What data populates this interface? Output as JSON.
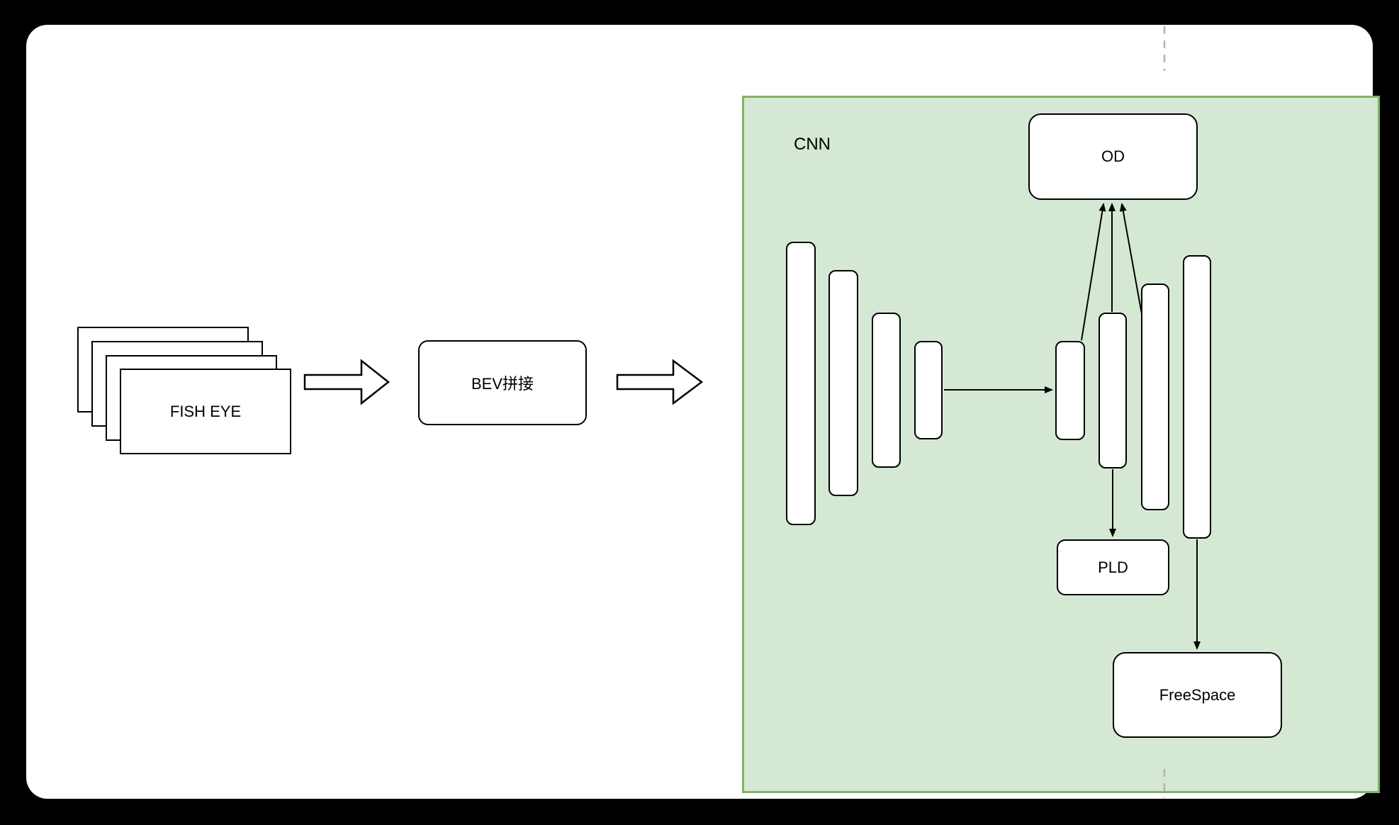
{
  "scene": {
    "background_color": "#000000",
    "canvas_color": "#ffffff"
  },
  "input_stack": {
    "label": "FISH EYE",
    "card_count": 4
  },
  "bev_node": {
    "label": "BEV拼接"
  },
  "cnn_panel": {
    "label": "CNN",
    "fill_color": "#d5e8d4",
    "border_color": "#82b366",
    "encoder_bar_count": 4,
    "decoder_bar_count": 4,
    "heads": {
      "od": "OD",
      "pld": "PLD",
      "freespace": "FreeSpace"
    }
  },
  "page_break": {
    "color": "#b3b3b3"
  }
}
